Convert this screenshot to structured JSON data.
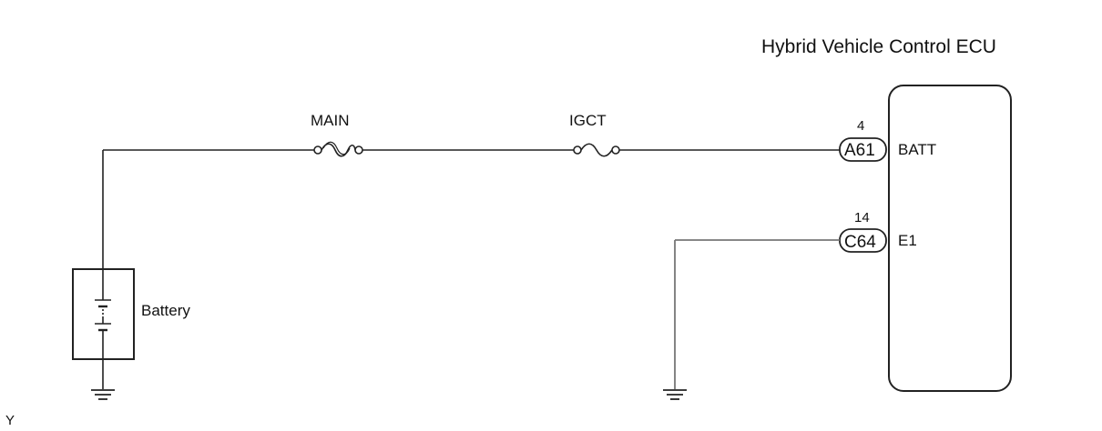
{
  "diagram": {
    "ecu_title": "Hybrid Vehicle Control ECU",
    "fuses": {
      "main": "MAIN",
      "igct": "IGCT"
    },
    "battery_label": "Battery",
    "connectors": {
      "batt": {
        "pin": "4",
        "connector": "A61",
        "terminal": "BATT"
      },
      "e1": {
        "pin": "14",
        "connector": "C64",
        "terminal": "E1"
      }
    },
    "corner_mark": "Y"
  },
  "colors": {
    "wire": "#222222",
    "ground_wire": "#777777",
    "background": "#ffffff"
  }
}
